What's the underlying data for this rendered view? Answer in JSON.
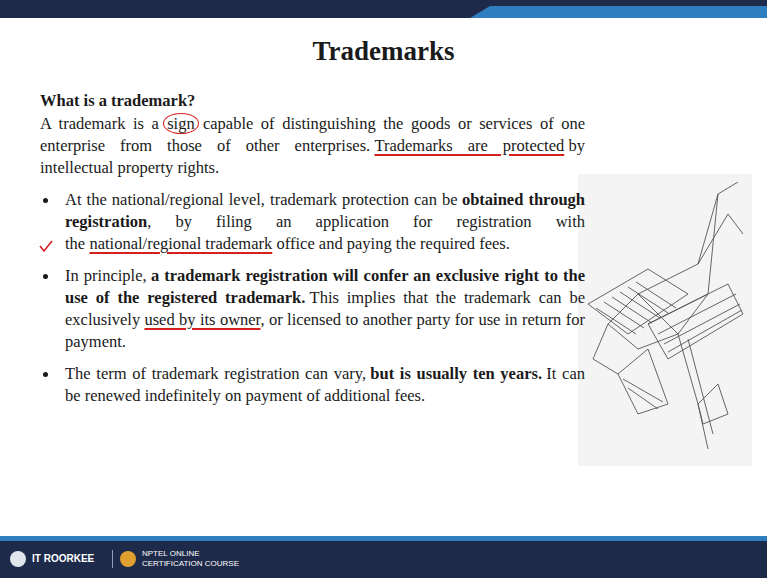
{
  "diagram": {
    "title": "Trademarks",
    "labels": [
      "What is a trademark?",
      "A trademark is a",
      "sign",
      "capable of distinguishing the goods or services of one enterprise from those of other enterprises.",
      "Trademarks are protected",
      "by intellectual property rights.",
      "At the national/regional level, trademark protection can be",
      "obtained through registration",
      ", by filing an application for registration with the",
      "national/regional trademark",
      "office and paying the required fees.",
      "In principle,",
      "a trademark registration will confer an exclusive right to the use of the registered trademark.",
      "This implies that the trademark can be exclusively",
      "used by its owner",
      ", or licensed to another party for use in return for payment.",
      "The term of trademark registration can vary,",
      "but is usually ten years.",
      "It can be renewed indefinitely on payment of additional fees.",
      "IT ROORKEE",
      "NPTEL ONLINE CERTIFICATION COURSE"
    ]
  }
}
